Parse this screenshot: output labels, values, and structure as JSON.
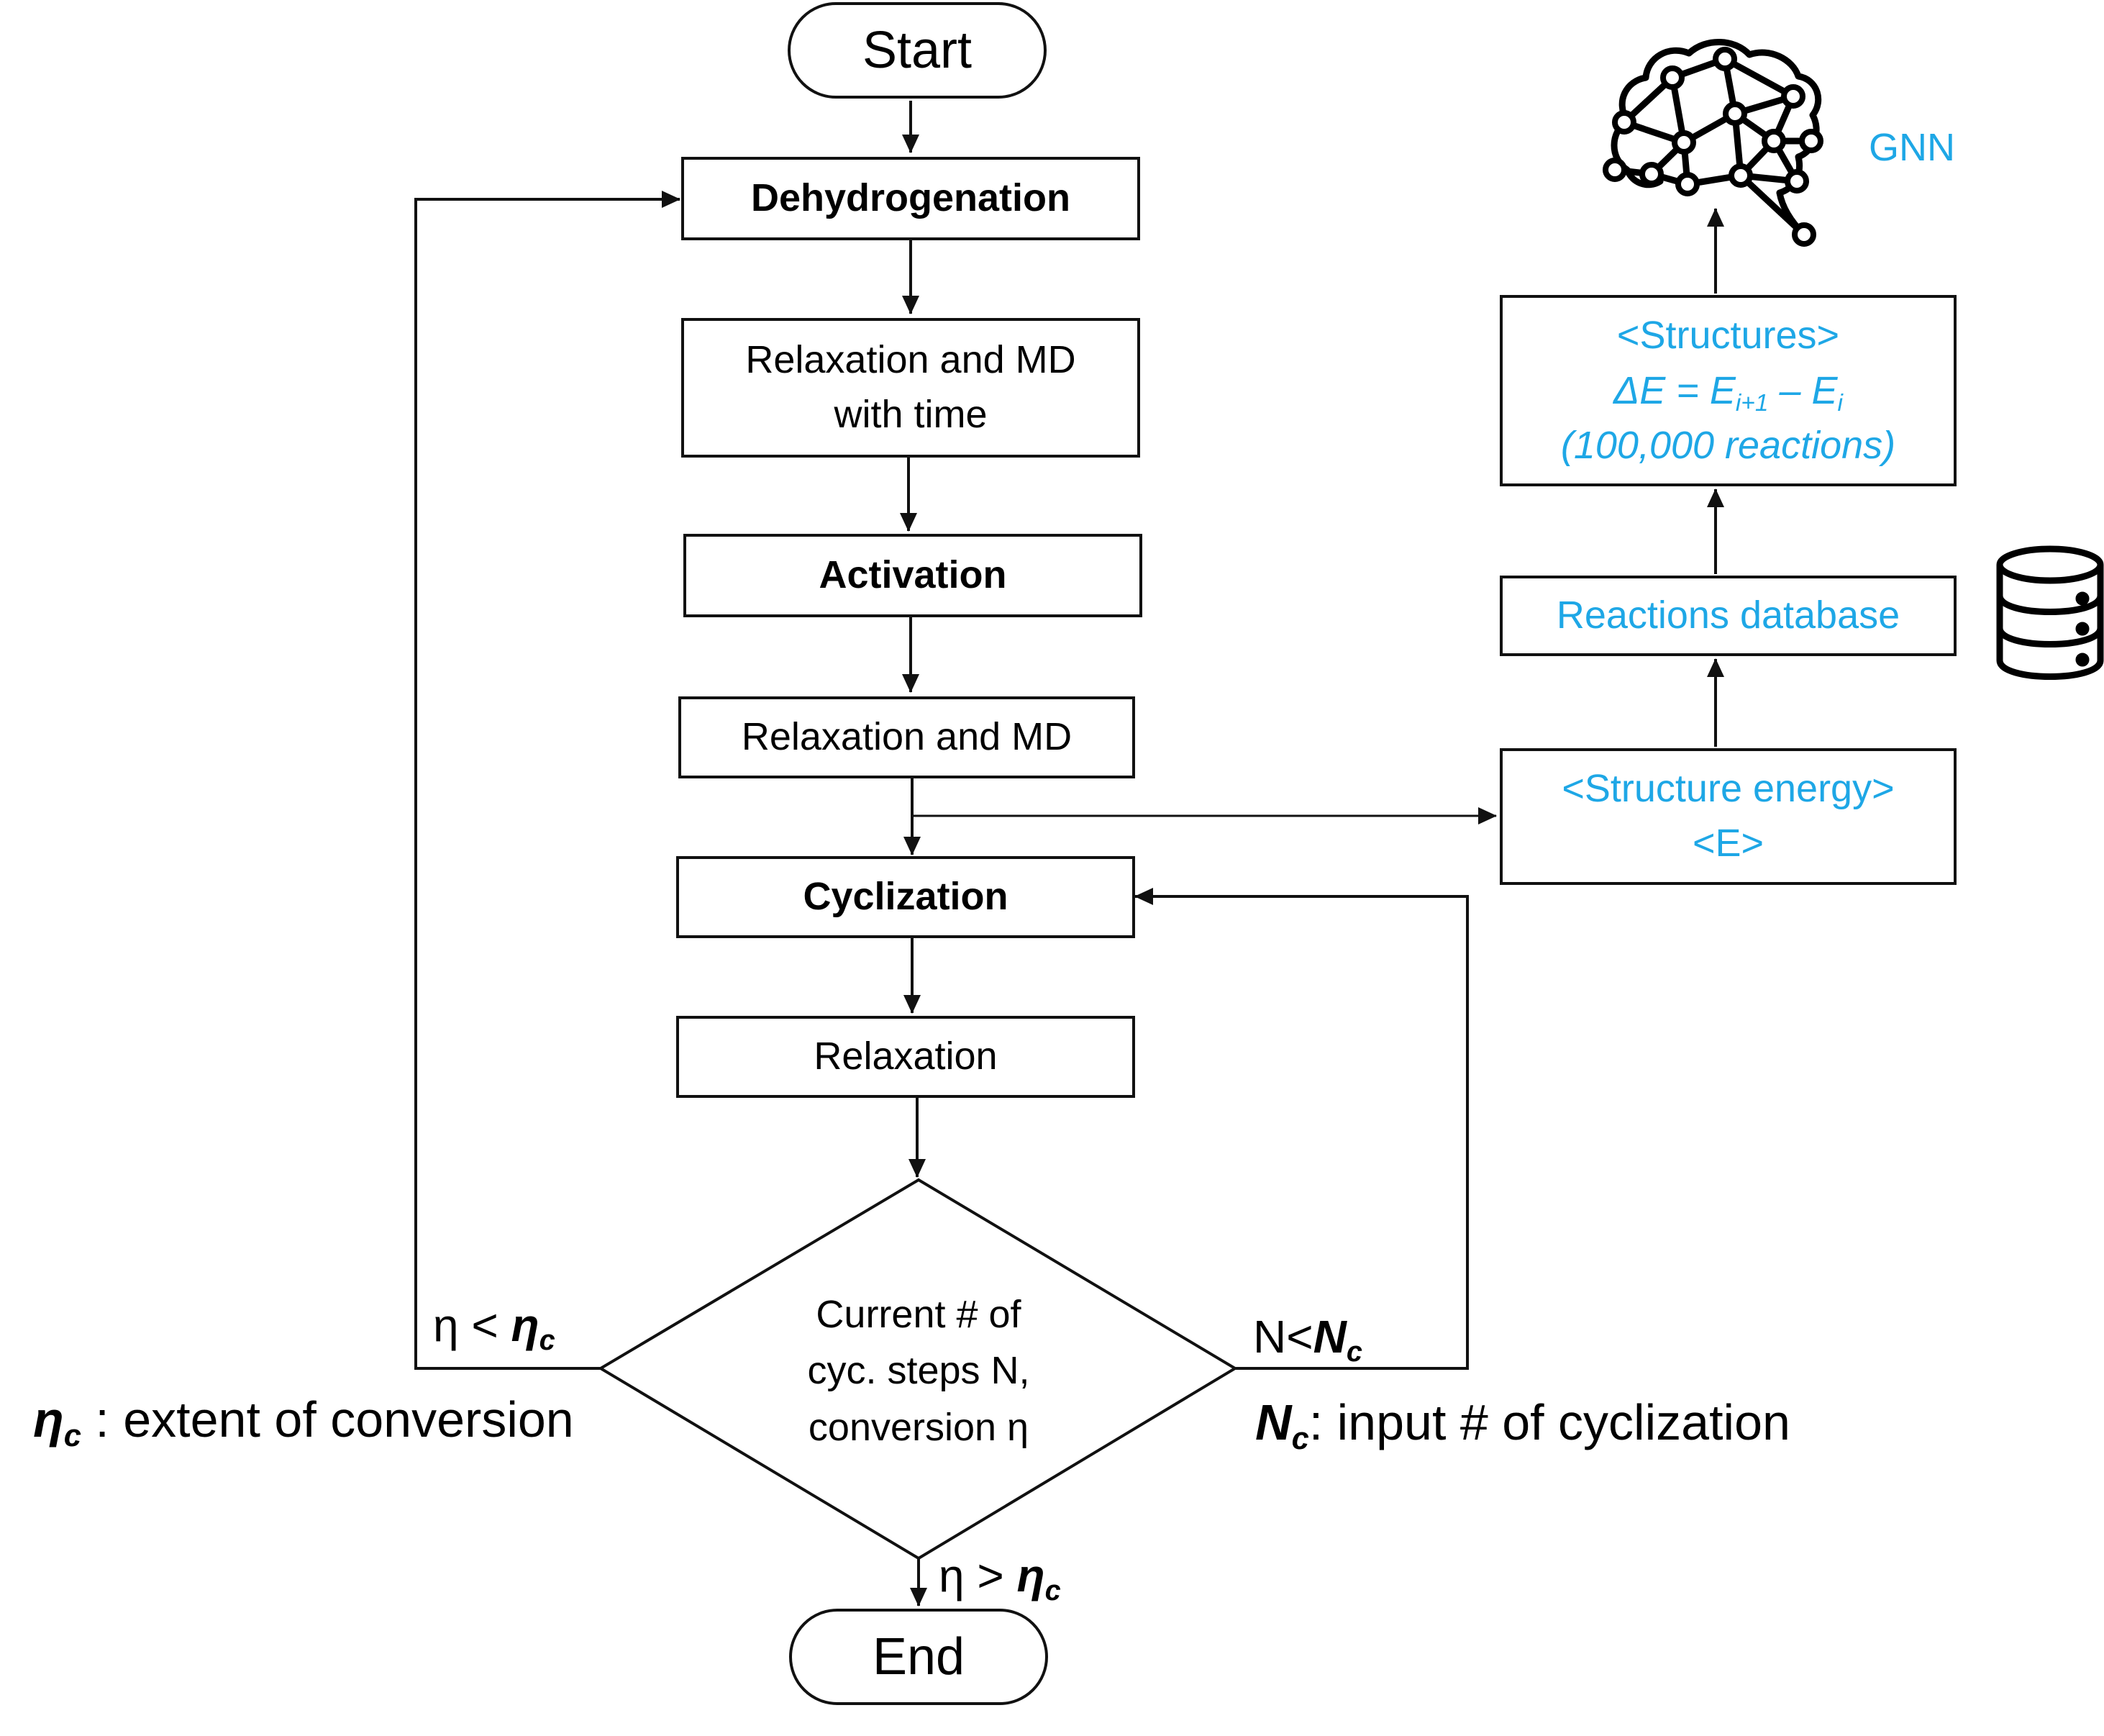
{
  "flow": {
    "start": "Start",
    "dehydrogenation": "Dehydrogenation",
    "relax_md_time_line1": "Relaxation and MD",
    "relax_md_time_line2": "with time",
    "activation": "Activation",
    "relax_md": "Relaxation and MD",
    "cyclization": "Cyclization",
    "relaxation": "Relaxation",
    "decision_line1": "Current # of",
    "decision_line2": "cyc. steps N,",
    "decision_line3": "conversion η",
    "end": "End"
  },
  "branches": {
    "left_eta": "η <",
    "left_eta_c": "η",
    "left_eta_c_sub": "c",
    "right_n": "N<",
    "right_n_c": "N",
    "right_n_c_sub": "c",
    "bottom_eta": "η >",
    "bottom_eta_c": "η",
    "bottom_eta_c_sub": "c"
  },
  "legend": {
    "eta_symbol": "η",
    "eta_sub": "c",
    "eta_text": " : extent of conversion",
    "n_symbol": "N",
    "n_sub": "c",
    "n_text": ": input # of cyclization"
  },
  "side": {
    "gnn_label": "GNN",
    "structures_title": "<Structures>",
    "delta_e": "ΔE = E",
    "sub_i1": "i+1",
    "minus_e": " – E",
    "sub_i": "i",
    "reactions_count": "(100,000 reactions)",
    "reactions_db": "Reactions database",
    "structure_energy": "<Structure energy>",
    "energy_symbol": "<E>"
  },
  "colors": {
    "accent": "#1ea7e6",
    "line": "#111111"
  },
  "icons": {
    "gnn": "neural-network-brain-icon",
    "database": "database-icon"
  }
}
